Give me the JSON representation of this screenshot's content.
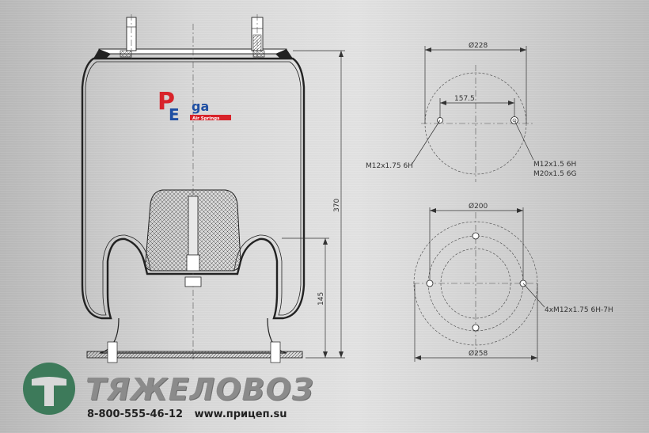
{
  "logo": {
    "letters_p": "P",
    "letters_e": "E",
    "letters_ga": "ga",
    "tagline": "Air Springs",
    "colors": {
      "red": "#d8232a",
      "blue": "#1f4fa3"
    }
  },
  "side_view": {
    "height_total": "370",
    "height_piston": "145"
  },
  "top_view": {
    "diameter": "Ø228",
    "bolt_spacing": "157.5",
    "thread_left": "M12x1.75 6H",
    "thread_right_1": "M12x1.5 6H",
    "thread_right_2": "M20x1.5 6G"
  },
  "bottom_view": {
    "inner_diameter": "Ø200",
    "outer_diameter": "Ø258",
    "thread": "4xM12x1.75 6H-7H"
  },
  "company": {
    "name": "ТЯЖЕЛОВОЗ",
    "phone": "8-800-555-46-12",
    "website": "www.прицеп.su",
    "logo_color": "#3d7a5a",
    "icon_name": "truck-t-logo-icon"
  }
}
